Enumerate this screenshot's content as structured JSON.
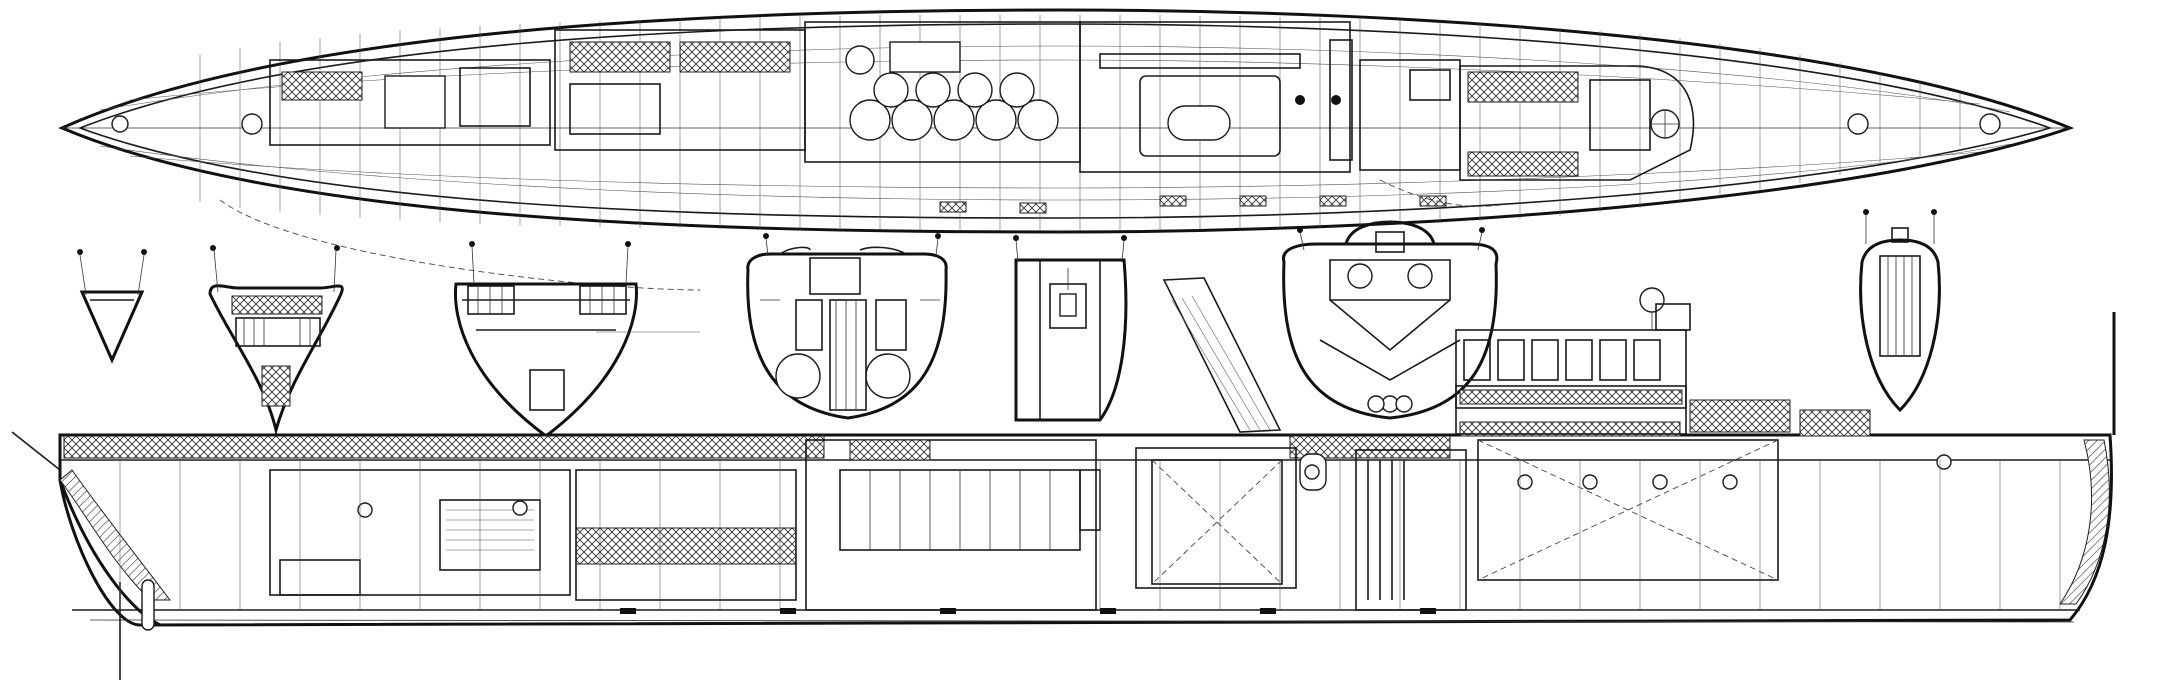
{
  "drawing": {
    "views": [
      "deck-plan",
      "body-sections",
      "inboard-profile"
    ],
    "colors": {
      "ink": "#111111",
      "paper": "#ffffff"
    }
  }
}
